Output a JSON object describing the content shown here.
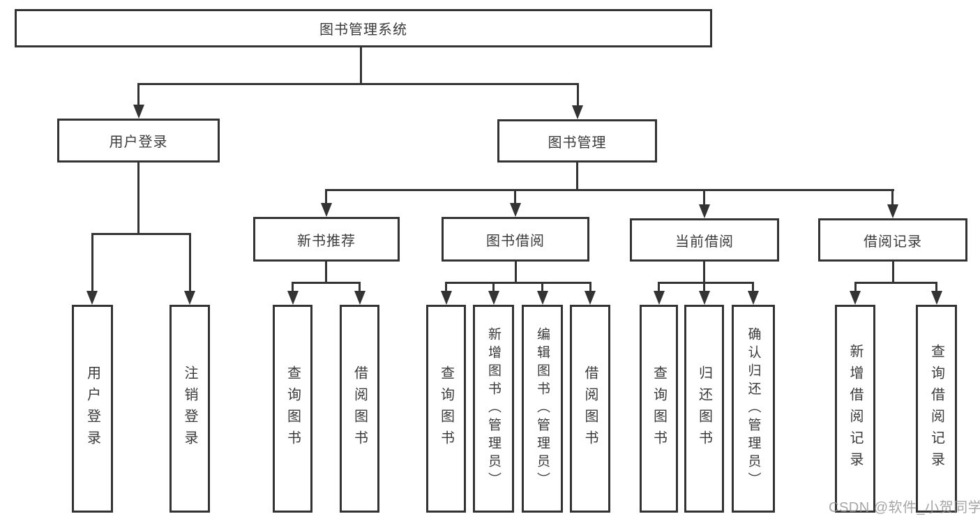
{
  "title": "图书管理系统",
  "tree": {
    "root": {
      "label": "图书管理系统"
    },
    "branches": [
      {
        "label": "用户登录",
        "children": [
          {
            "label": "用户登录"
          },
          {
            "label": "注销登录"
          }
        ]
      },
      {
        "label": "图书管理",
        "children": [
          {
            "label": "新书推荐",
            "children": [
              {
                "label": "查询图书"
              },
              {
                "label": "借阅图书"
              }
            ]
          },
          {
            "label": "图书借阅",
            "children": [
              {
                "label": "查询图书"
              },
              {
                "label": "新增图书（管理员）"
              },
              {
                "label": "编辑图书（管理员）"
              },
              {
                "label": "借阅图书"
              }
            ]
          },
          {
            "label": "当前借阅",
            "children": [
              {
                "label": "查询图书"
              },
              {
                "label": "归还图书"
              },
              {
                "label": "确认归还（管理员）"
              }
            ]
          },
          {
            "label": "借阅记录",
            "children": [
              {
                "label": "新增借阅记录"
              },
              {
                "label": "查询借阅记录"
              }
            ]
          }
        ]
      }
    ]
  },
  "watermark": "CSDN @软件_小贺同学",
  "colors": {
    "line": "#333333",
    "box_border": "#333333",
    "box_fill": "#ffffff",
    "text": "#3a3a3a",
    "watermark": "#919191",
    "background": "#ffffff"
  }
}
